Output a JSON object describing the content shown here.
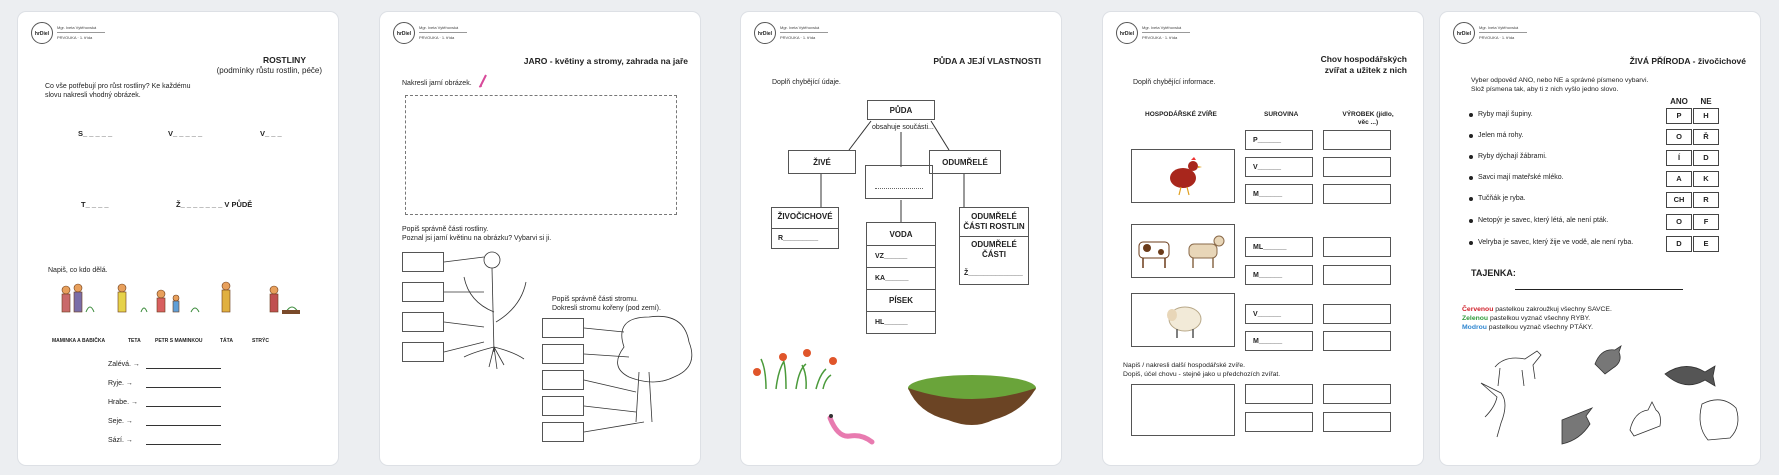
{
  "header": {
    "author": "Mgr. Iveta Vytěhovská",
    "subject": "PRVOUKA · 1. třída",
    "logo": "hrDiel"
  },
  "p1": {
    "title": "ROSTLINY",
    "subtitle": "(podmínky růstu rostlin, péče)",
    "question": "Co vše potřebují pro růst rostliny? Ke každému slovu nakresli vhodný obrázek.",
    "words": [
      "S_ _ _ _ _",
      "V_ _ _ _ _",
      "V_ _ _",
      "T_ _ _ _",
      "Ž_ _ _ _ _ _ _  V  PŮDĚ"
    ],
    "task2": "Napiš, co kdo dělá.",
    "people": [
      "MAMINKA A BABIČKA",
      "TETA",
      "PETR S MAMINKOU",
      "TÁTA",
      "STRÝC"
    ],
    "verbs": [
      "Zalévá. →",
      "Ryje. →",
      "Hrabe. →",
      "Seje. →",
      "Sází. →"
    ]
  },
  "p2": {
    "title": "JARO - květiny a stromy, zahrada na jaře",
    "draw": "Nakresli jarní obrázek.",
    "task_plant": "Popiš správně části rostliny.\nPoznal jsi jarní květinu na obrázku? Vybarvi si ji.",
    "task_tree": "Popiš správně části stromu.\nDokresli stromu kořeny (pod zemí)."
  },
  "p3": {
    "title": "PŮDA A JEJÍ VLASTNOSTI",
    "instr": "Doplň chybějící údaje.",
    "root": "PŮDA",
    "contains": "obsahuje součásti...",
    "live": "ŽIVÉ",
    "dead": "ODUMŘELÉ",
    "animals": "ŽIVOČICHOVÉ",
    "r": "R_________",
    "water": "VODA",
    "mid_items": [
      "VZ______",
      "KA______",
      "PÍSEK",
      "HL______"
    ],
    "dead1": "ODUMŘELÉ ČÁSTI ROSTLIN",
    "dead2": "ODUMŘELÉ ČÁSTI",
    "dead2_fill": "Ž______________"
  },
  "p4": {
    "title": "Chov hospodářských zvířat a užitek z nich",
    "instr": "Doplň chybějící informace.",
    "col1": "HOSPODÁŘSKÉ ZVÍŘE",
    "col2": "SUROVINA",
    "col3": "VÝROBEK (jídlo, věc ...)",
    "row_fills": [
      "P______",
      "V______",
      "M______",
      "ML______",
      "M______",
      "V______",
      "M______"
    ],
    "task2": "Napiš / nakresli další hospodářské zvíře.\nDopiš, účel chovu - stejně jako u předchozích zvířat."
  },
  "p5": {
    "title": "ŽIVÁ PŘÍRODA - živočichové",
    "instr": "Vyber odpověď ANO, nebo NE a správné písmeno vybarvi.\nSlož písmena tak, aby ti z nich vyšlo jedno slovo.",
    "yes": "ANO",
    "no": "NE",
    "statements": [
      {
        "text": "Ryby mají šupiny.",
        "yes": "P",
        "no": "H"
      },
      {
        "text": "Jelen má rohy.",
        "yes": "O",
        "no": "Ř"
      },
      {
        "text": "Ryby dýchají žábrami.",
        "yes": "Í",
        "no": "D"
      },
      {
        "text": "Savci mají mateřské mléko.",
        "yes": "A",
        "no": "K"
      },
      {
        "text": "Tučňák je ryba.",
        "yes": "CH",
        "no": "R"
      },
      {
        "text": "Netopýr je savec, který létá, ale není pták.",
        "yes": "O",
        "no": "F"
      },
      {
        "text": "Velryba je savec, který žije ve vodě, ale není ryba.",
        "yes": "D",
        "no": "E"
      }
    ],
    "secret": "TAJENKA:",
    "c1_word": "Červenou",
    "c1_rest": " pastelkou zakroužkuj všechny SAVCE.",
    "c2_word": "Zelenou",
    "c2_rest": " pastelkou vyznač všechny RYBY.",
    "c3_word": "Modrou",
    "c3_rest": " pastelkou vyznač všechny PTÁKY.",
    "colors": {
      "red": "#d0202a",
      "green": "#2e9a3a",
      "blue": "#2f86d0"
    }
  }
}
